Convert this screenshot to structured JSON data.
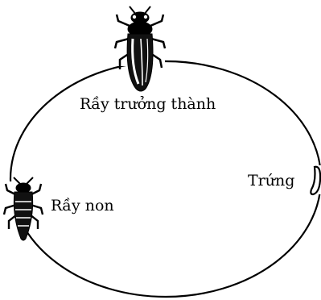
{
  "diagram": {
    "stages": {
      "adult": "Rầy trưởng thành",
      "egg": "Trứng",
      "nymph": "Rầy non"
    },
    "icons": {
      "adult": "planthopper-adult-icon",
      "egg": "egg-icon",
      "nymph": "planthopper-nymph-icon"
    },
    "colors": {
      "ink": "#000000",
      "background": "#ffffff"
    }
  }
}
